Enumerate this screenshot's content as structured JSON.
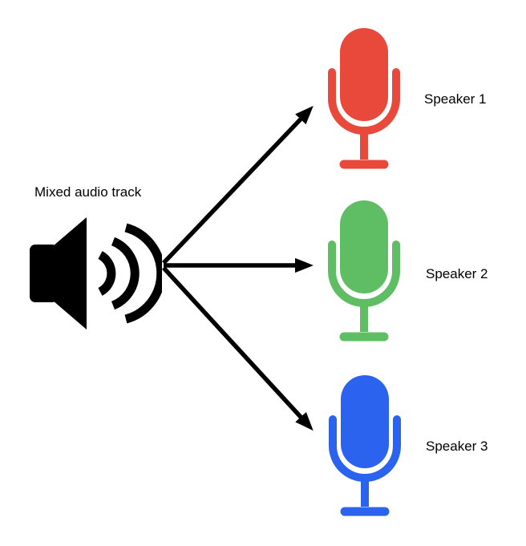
{
  "diagram": {
    "source": {
      "label": "Mixed audio track",
      "icon": "speaker-audio-icon",
      "color": "#000000"
    },
    "arrows": {
      "color": "#000000",
      "count": 3
    },
    "targets": [
      {
        "label": "Speaker 1",
        "icon": "microphone-icon",
        "color": "#E8493B"
      },
      {
        "label": "Speaker 2",
        "icon": "microphone-icon",
        "color": "#5FBD63"
      },
      {
        "label": "Speaker 3",
        "icon": "microphone-icon",
        "color": "#2B63EE"
      }
    ]
  }
}
